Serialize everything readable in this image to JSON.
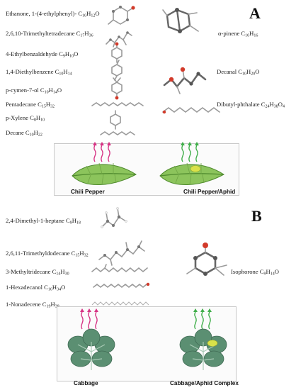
{
  "panelA": {
    "letter": "A",
    "left_compounds": [
      {
        "name": "Ethanone, 1-(4-ethylphenyl)- C",
        "sub": "10",
        "tail": "H",
        "sub2": "12",
        "tail2": "O"
      },
      {
        "name": "2,6,10-Trimethyltetradecane C",
        "sub": "17",
        "tail": "H",
        "sub2": "36",
        "tail2": ""
      },
      {
        "name": "4-Ethylbenzaldehyde C",
        "sub": "9",
        "tail": "H",
        "sub2": "10",
        "tail2": "O"
      },
      {
        "name": "1,4-Diethylbenzene C",
        "sub": "10",
        "tail": "H",
        "sub2": "14",
        "tail2": ""
      },
      {
        "name": "p-cymen-7-ol C",
        "sub": "10",
        "tail": "H",
        "sub2": "14",
        "tail2": "O"
      },
      {
        "name": "Pentadecane C",
        "sub": "15",
        "tail": "H",
        "sub2": "32",
        "tail2": ""
      },
      {
        "name": "p-Xylene C",
        "sub": "8",
        "tail": "H",
        "sub2": "10",
        "tail2": ""
      },
      {
        "name": "Decane C",
        "sub": "10",
        "tail": "H",
        "sub2": "22",
        "tail2": ""
      }
    ],
    "right_compounds": [
      {
        "name": "α-pinene C",
        "sub": "10",
        "tail": "H",
        "sub2": "16",
        "tail2": ""
      },
      {
        "name": "Decanal C",
        "sub": "10",
        "tail": "H",
        "sub2": "20",
        "tail2": "O"
      },
      {
        "name": "Dibutyl-phthalate C",
        "sub": "24",
        "tail": "H",
        "sub2": "38",
        "tail2": "O",
        "sub3": "4"
      }
    ],
    "plant_left": "Chili Pepper",
    "plant_right": "Chili Pepper/Aphid"
  },
  "panelB": {
    "letter": "B",
    "left_compounds": [
      {
        "name": "2,4-Dimethyl-1-heptane C",
        "sub": "9",
        "tail": "H",
        "sub2": "18",
        "tail2": ""
      },
      {
        "name": "2,6,11-Trimethyldodecane C",
        "sub": "15",
        "tail": "H",
        "sub2": "32",
        "tail2": ""
      },
      {
        "name": "3-Methyltridecane C",
        "sub": "14",
        "tail": "H",
        "sub2": "30",
        "tail2": ""
      },
      {
        "name": "1-Hexadecanol C",
        "sub": "16",
        "tail": "H",
        "sub2": "34",
        "tail2": "O"
      },
      {
        "name": "1-Nonadecene C",
        "sub": "19",
        "tail": "H",
        "sub2": "38",
        "tail2": ""
      }
    ],
    "right_compounds": [
      {
        "name": "Isophorone C",
        "sub": "9",
        "tail": "H",
        "sub2": "14",
        "tail2": "O"
      }
    ],
    "plant_left": "Cabbage",
    "plant_right": "Cabbage/Aphid Complex"
  },
  "colors": {
    "healthy_volatile": "#d63384",
    "aphid_volatile": "#3fae49",
    "leaf": "#8cc45c",
    "leaf_dark": "#4f8a2e",
    "cabbage": "#5b8f72",
    "aphid": "#d9e24a"
  }
}
